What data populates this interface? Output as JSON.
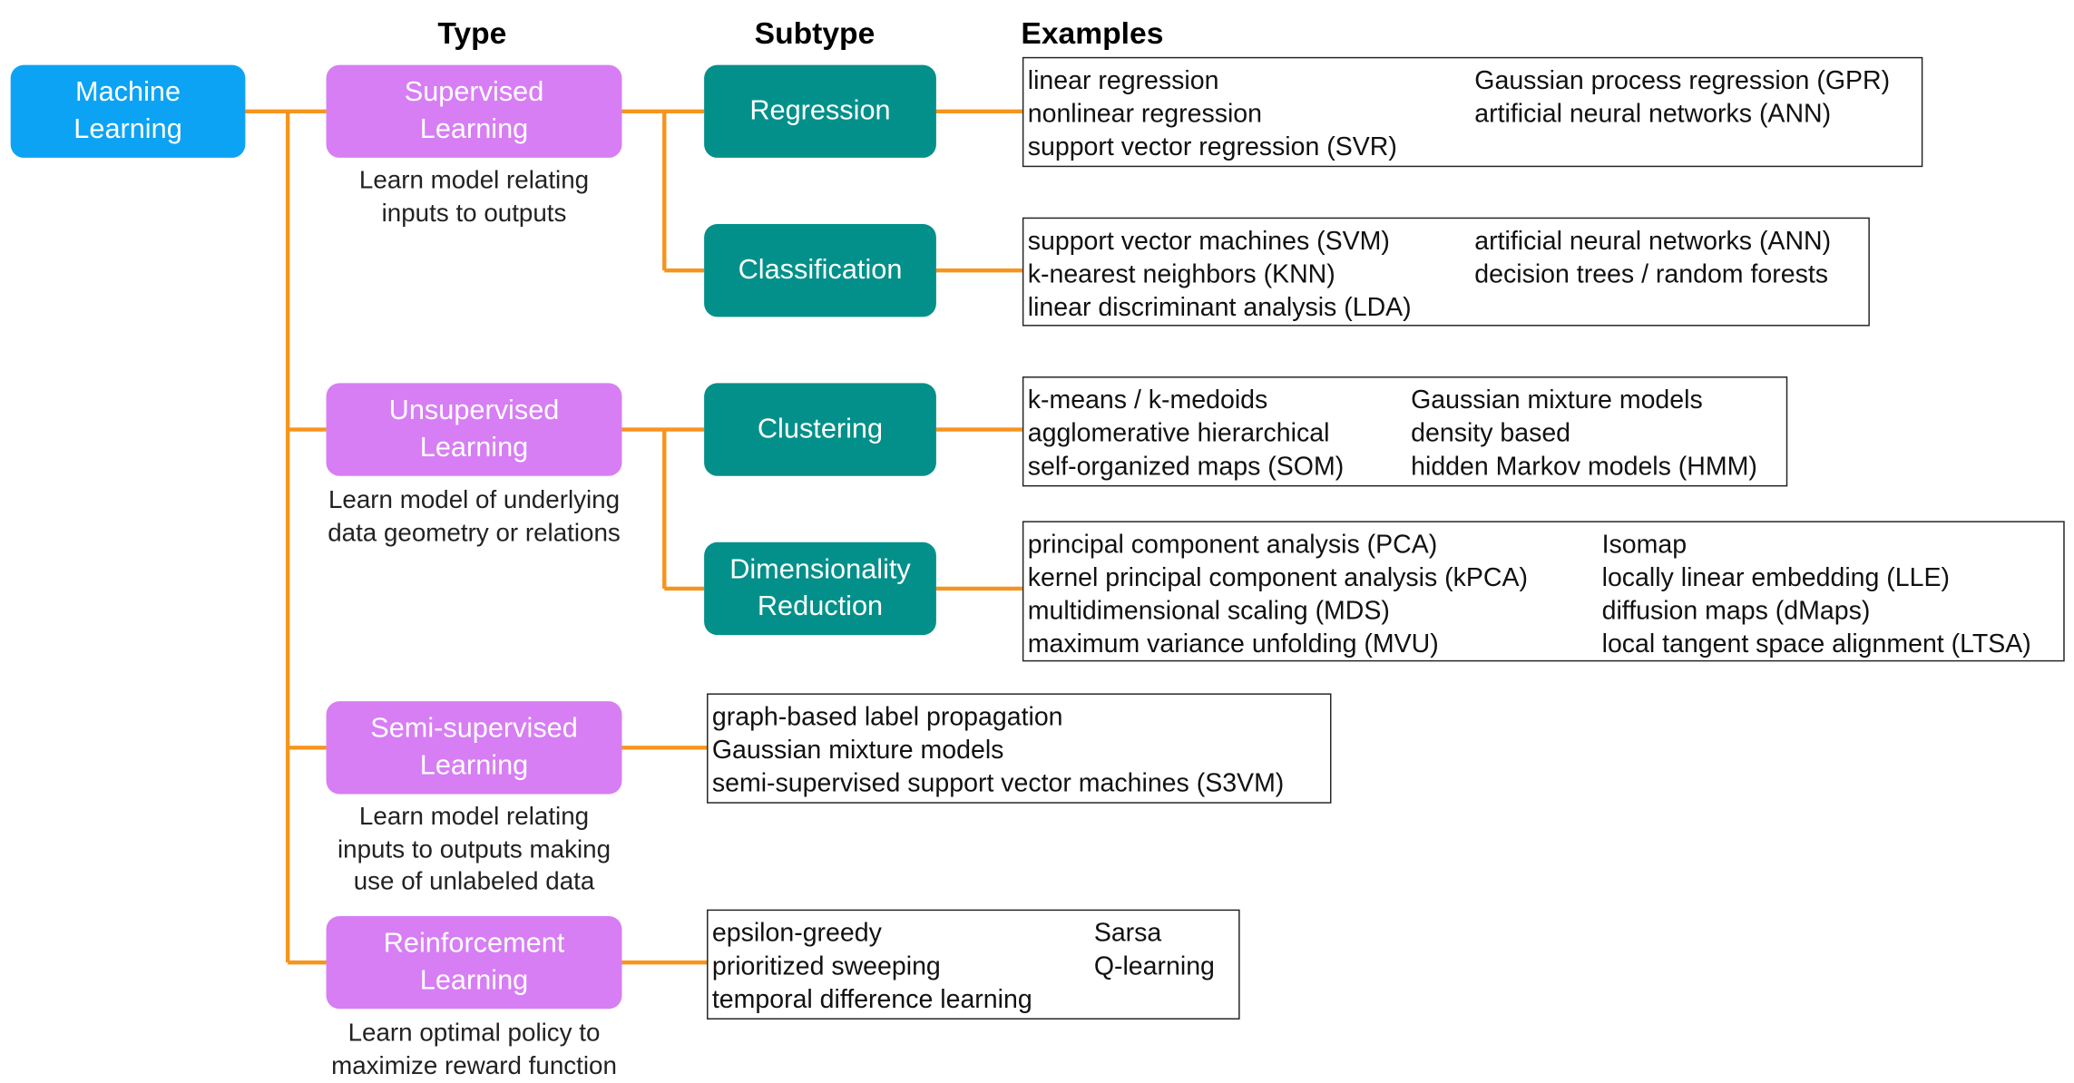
{
  "headers": {
    "type": "Type",
    "subtype": "Subtype",
    "examples": "Examples"
  },
  "root": {
    "line1": "Machine",
    "line2": "Learning"
  },
  "types": {
    "supervised": {
      "line1": "Supervised",
      "line2": "Learning",
      "desc": [
        "Learn model relating",
        "inputs to outputs"
      ]
    },
    "unsupervised": {
      "line1": "Unsupervised",
      "line2": "Learning",
      "desc": [
        "Learn model of underlying",
        "data geometry or relations"
      ]
    },
    "semi": {
      "line1": "Semi-supervised",
      "line2": "Learning",
      "desc": [
        "Learn model relating",
        "inputs to outputs making",
        "use of unlabeled data"
      ]
    },
    "reinforcement": {
      "line1": "Reinforcement",
      "line2": "Learning",
      "desc": [
        "Learn optimal policy to",
        "maximize reward function"
      ]
    }
  },
  "subtypes": {
    "regression": {
      "line1": "Regression"
    },
    "classification": {
      "line1": "Classification"
    },
    "clustering": {
      "line1": "Clustering"
    },
    "dimred": {
      "line1": "Dimensionality",
      "line2": "Reduction"
    }
  },
  "examples": {
    "regression": {
      "col1": [
        "linear regression",
        "nonlinear regression",
        "support vector regression (SVR)"
      ],
      "col2": [
        "Gaussian process regression (GPR)",
        "artificial neural networks (ANN)"
      ]
    },
    "classification": {
      "col1": [
        "support vector machines (SVM)",
        "k-nearest neighbors (KNN)",
        "linear discriminant analysis (LDA)"
      ],
      "col2": [
        "artificial neural networks (ANN)",
        "decision trees / random forests"
      ]
    },
    "clustering": {
      "col1": [
        "k-means / k-medoids",
        "agglomerative hierarchical",
        "self-organized maps (SOM)"
      ],
      "col2": [
        "Gaussian mixture models",
        "density based",
        "hidden Markov models (HMM)"
      ]
    },
    "dimred": {
      "col1": [
        "principal component analysis (PCA)",
        "kernel principal component analysis (kPCA)",
        "multidimensional scaling (MDS)",
        "maximum variance unfolding (MVU)"
      ],
      "col2": [
        "Isomap",
        "locally linear embedding (LLE)",
        "diffusion maps (dMaps)",
        "local tangent space alignment (LTSA)"
      ]
    },
    "semi": {
      "col1": [
        "graph-based label propagation",
        "Gaussian mixture models",
        "semi-supervised support vector machines (S3VM)"
      ]
    },
    "reinforcement": {
      "col1": [
        "epsilon-greedy",
        "prioritized sweeping",
        "temporal difference learning"
      ],
      "col2": [
        "Sarsa",
        "Q-learning"
      ]
    }
  },
  "colors": {
    "root": "#0da3f4",
    "type": "#d77ef4",
    "subtype": "#03908a",
    "connector": "#f7941d"
  }
}
